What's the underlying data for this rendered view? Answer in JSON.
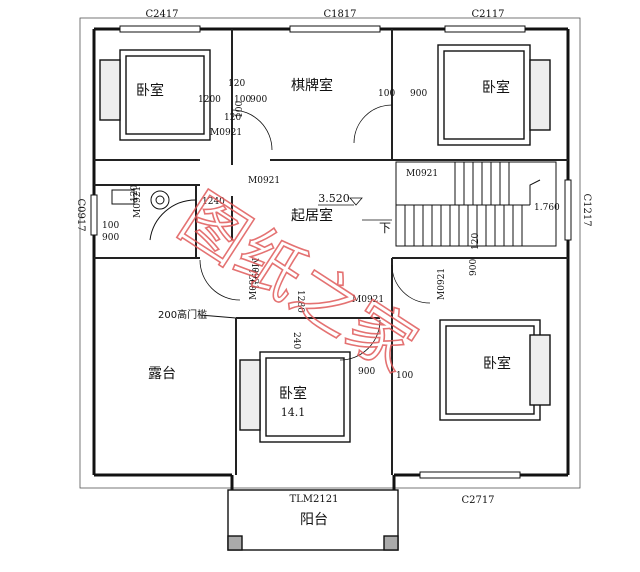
{
  "rooms": {
    "bedroom_tl": "卧室",
    "chess_room": "棋牌室",
    "bedroom_tr": "卧室",
    "living_room": "起居室",
    "terrace": "露台",
    "bedroom_bc": "卧室",
    "bedroom_bc_area": "14.1",
    "bedroom_br": "卧室",
    "balcony": "阳台"
  },
  "windows": {
    "top_left": "C2417",
    "top_mid": "C1817",
    "top_right": "C2117",
    "left": "C0917",
    "right": "C1217",
    "bottom_right": "C2717",
    "balcony_door": "TLM2121"
  },
  "doors": {
    "d1": "M0921",
    "d2": "M0921",
    "d3": "M0921",
    "d4": "M0921",
    "d5": "M0921",
    "d6": "M0921",
    "d7": "M0921",
    "d8": "M0921"
  },
  "dims": {
    "a": "120",
    "b": "1200",
    "c": "100",
    "d": "900",
    "e": "120",
    "f": "100",
    "g": "900",
    "h": "1240",
    "i": "100",
    "j": "900",
    "k": "120",
    "l": "1280",
    "m": "240",
    "n": "900",
    "o": "100",
    "p": "900",
    "q": "120",
    "r": "1.760",
    "s": "100"
  },
  "annotations": {
    "elevation": "3.520",
    "stair_down": "下",
    "threshold": "200高门槛"
  },
  "watermark": "图纸之家"
}
